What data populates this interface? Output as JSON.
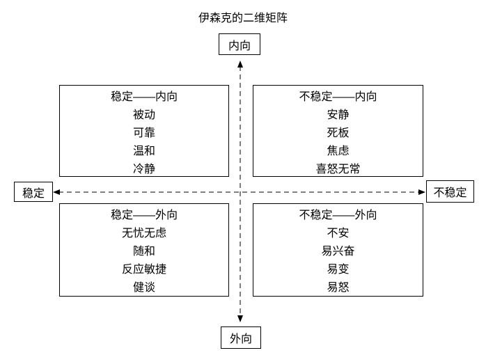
{
  "title": "伊森克的二维矩阵",
  "colors": {
    "line": "#000000",
    "background": "#ffffff"
  },
  "axes": {
    "top": "内向",
    "bottom": "外向",
    "left": "稳定",
    "right": "不稳定"
  },
  "quadrants": [
    {
      "id": "stable-introvert",
      "heading": "稳定——内向",
      "items": [
        "被动",
        "可靠",
        "温和",
        "冷静"
      ]
    },
    {
      "id": "unstable-introvert",
      "heading": "不稳定——内向",
      "items": [
        "安静",
        "死板",
        "焦虑",
        "喜怒无常"
      ]
    },
    {
      "id": "stable-extrovert",
      "heading": "稳定——外向",
      "items": [
        "无忧无虑",
        "随和",
        "反应敏捷",
        "健谈"
      ]
    },
    {
      "id": "unstable-extrovert",
      "heading": "不稳定——外向",
      "items": [
        "不安",
        "易兴奋",
        "易变",
        "易怒"
      ]
    }
  ]
}
